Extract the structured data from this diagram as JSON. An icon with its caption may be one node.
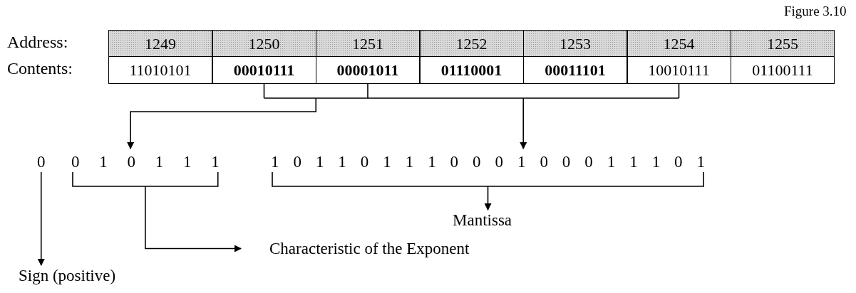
{
  "diagram": {
    "caption": "Figure 3.10",
    "nodes": [
      {
        "text": [
          "1249",
          "11010101"
        ]
      },
      {
        "text": [
          "1250",
          "00010111"
        ]
      },
      {
        "text": [
          "1251",
          "00001011"
        ]
      },
      {
        "text": [
          "1252",
          "01110001"
        ]
      },
      {
        "text": [
          "1253",
          "00011101"
        ]
      },
      {
        "text": [
          "1254",
          "10010111"
        ]
      },
      {
        "text": [
          "1255",
          "01100111"
        ]
      },
      {
        "text": [
          "0"
        ]
      },
      {
        "text": [
          "0 1 0 1 1 1"
        ]
      },
      {
        "text": [
          "1 0 1 1 0 1 1 1 0 0 0 1 0 0 0 1 1 1 0 1"
        ]
      },
      {
        "text": [
          "Sign (positive)"
        ]
      },
      {
        "text": [
          "Characteristic of the Exponent"
        ]
      },
      {
        "text": [
          "Mantissa"
        ]
      }
    ],
    "edges": [
      {
        "from": 1,
        "to": 8,
        "arrow": "to"
      },
      {
        "from": 2,
        "to": 9,
        "arrow": "to"
      },
      {
        "from": 5,
        "to": 9,
        "arrow": "to"
      },
      {
        "from": 7,
        "to": 10,
        "arrow": "to"
      },
      {
        "from": 8,
        "to": 11,
        "arrow": "to"
      },
      {
        "from": 9,
        "to": 12,
        "arrow": "to"
      }
    ],
    "labels": [
      "Address:",
      "Contents:"
    ]
  }
}
